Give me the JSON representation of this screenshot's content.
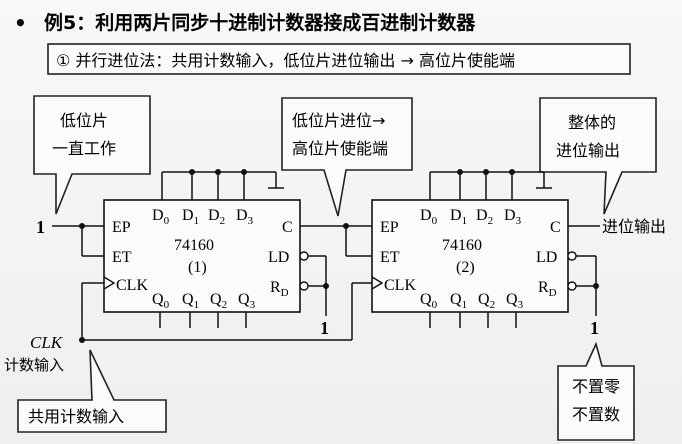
{
  "slide": {
    "bullet": "•",
    "title": "例5：利用两片同步十进制计数器接成百进制计数器",
    "method": "① 并行进位法：共用计数输入，低位片进位输出 → 高位片使能端"
  },
  "callouts": {
    "low_chip_line1": "低位片",
    "low_chip_line2": "一直工作",
    "carry_line1": "低位片进位→",
    "carry_line2": "高位片使能端",
    "whole_line1": "整体的",
    "whole_line2": "进位输出",
    "shared_clock": "共用计数输入",
    "no_reset_line1": "不置零",
    "no_reset_line2": "不置数"
  },
  "chips": [
    {
      "part": "74160",
      "index": "(1)",
      "pins": {
        "ep": "EP",
        "et": "ET",
        "clk": "CLK",
        "c": "C",
        "ld": "LD",
        "rd": "R",
        "rd_sub": "D",
        "d": [
          "D",
          "D",
          "D",
          "D"
        ],
        "q": [
          "Q",
          "Q",
          "Q",
          "Q"
        ],
        "sub": [
          "0",
          "1",
          "2",
          "3"
        ]
      }
    },
    {
      "part": "74160",
      "index": "(2)",
      "pins": {
        "ep": "EP",
        "et": "ET",
        "clk": "CLK",
        "c": "C",
        "ld": "LD",
        "rd": "R",
        "rd_sub": "D",
        "d": [
          "D",
          "D",
          "D",
          "D"
        ],
        "q": [
          "Q",
          "Q",
          "Q",
          "Q"
        ],
        "sub": [
          "0",
          "1",
          "2",
          "3"
        ]
      }
    }
  ],
  "signals": {
    "enable_one": "1",
    "clk_label": "CLK",
    "clk_caption": "计数输入",
    "ld_rd_one_left": "1",
    "ld_rd_one_right": "1",
    "carry_out": "进位输出"
  },
  "colors": {
    "line": "#111111",
    "callout_border": "#222222"
  }
}
